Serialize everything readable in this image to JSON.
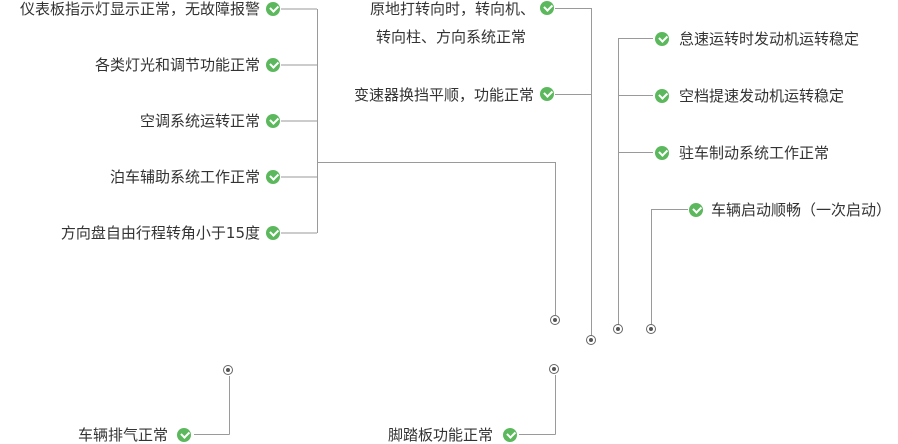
{
  "left_group": [
    {
      "text": "仪表板指示灯显示正常，无故障报警"
    },
    {
      "text": "各类灯光和调节功能正常"
    },
    {
      "text": "空调系统运转正常"
    },
    {
      "text": "泊车辅助系统工作正常"
    },
    {
      "text": "方向盘自由行程转角小于15度"
    }
  ],
  "middle_group": [
    {
      "line1": "原地打转向时，转向机、",
      "line2": "转向柱、方向系统正常"
    },
    {
      "line1": "变速器换挡平顺，功能正常"
    }
  ],
  "right_group": [
    {
      "text": "怠速运转时发动机运转稳定"
    },
    {
      "text": "空档提速发动机运转稳定"
    },
    {
      "text": "驻车制动系统工作正常"
    }
  ],
  "start_item": {
    "text": "车辆启动顺畅（一次启动）"
  },
  "bottom_left": {
    "text": "车辆排气正常"
  },
  "bottom_middle": {
    "text": "脚踏板功能正常"
  },
  "colors": {
    "check": "#5cb85c",
    "line": "#999999",
    "text": "#333333"
  }
}
